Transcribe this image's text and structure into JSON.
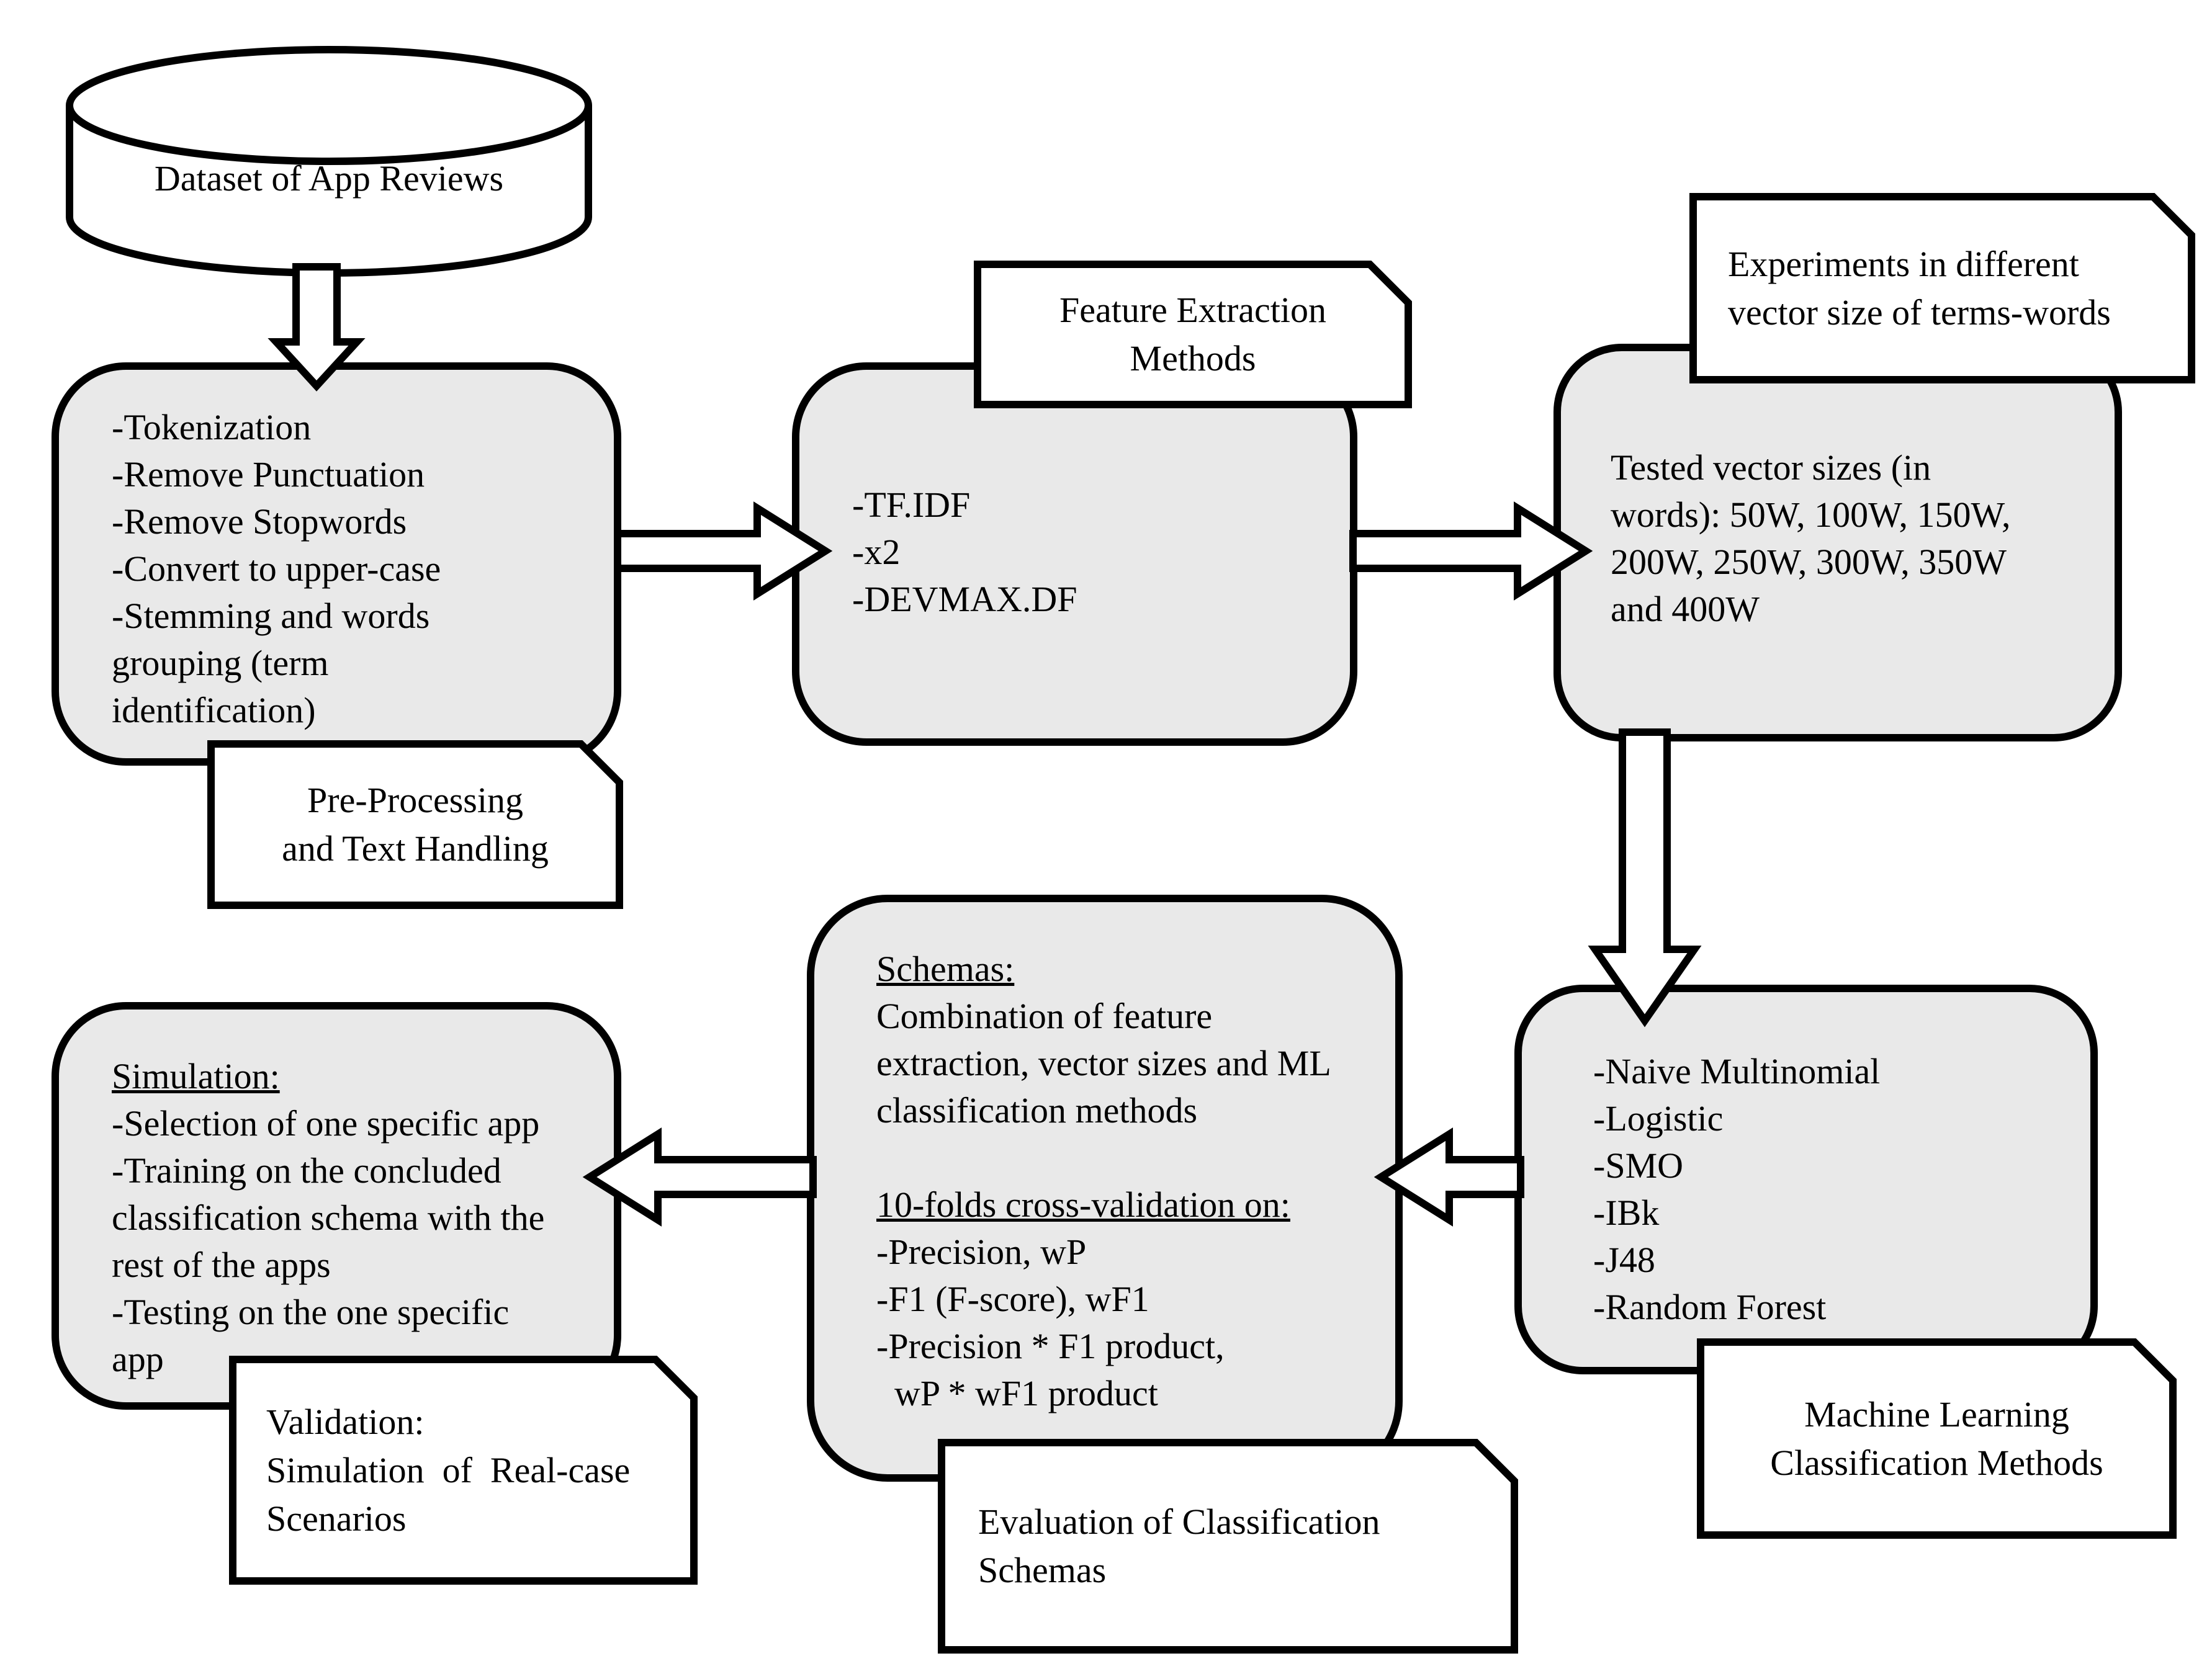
{
  "cylinder": {
    "label": "Dataset of App Reviews"
  },
  "preprocessing": {
    "body": "-Tokenization\n-Remove Punctuation\n-Remove Stopwords\n-Convert to upper-case\n-Stemming and words\ngrouping (term\nidentification)",
    "label": "Pre-Processing\nand Text Handling"
  },
  "feature_extraction": {
    "body": "-TF.IDF\n-x2\n-DEVMAX.DF",
    "label": "Feature Extraction\nMethods"
  },
  "vector_experiments": {
    "body": "Tested vector sizes (in\nwords): 50W, 100W, 150W,\n200W, 250W, 300W, 350W\nand 400W",
    "label": "Experiments in different\nvector size of terms-words"
  },
  "ml_methods": {
    "body": "-Naive Multinomial\n-Logistic\n-SMO\n-IBk\n-J48\n-Random Forest",
    "label": "Machine Learning\nClassification Methods"
  },
  "evaluation": {
    "schemas_heading": "Schemas:",
    "schemas_body": "Combination of feature\nextraction, vector sizes and ML\nclassification methods",
    "crossval_heading": "10-folds cross-validation on:",
    "crossval_body": "-Precision, wP\n-F1 (F-score), wF1\n-Precision * F1 product,\n  wP * wF1 product",
    "label": "Evaluation of Classification\nSchemas"
  },
  "simulation": {
    "heading": "Simulation:",
    "body": "-Selection of one specific app\n-Training on the concluded\nclassification schema with the\nrest of the apps\n-Testing on the one specific\napp",
    "label": "Validation:\nSimulation  of  Real-case\nScenarios"
  },
  "colors": {
    "box_fill": "#e9e9e9",
    "box_border": "#000000",
    "label_fill": "#ffffff",
    "background": "#ffffff"
  }
}
